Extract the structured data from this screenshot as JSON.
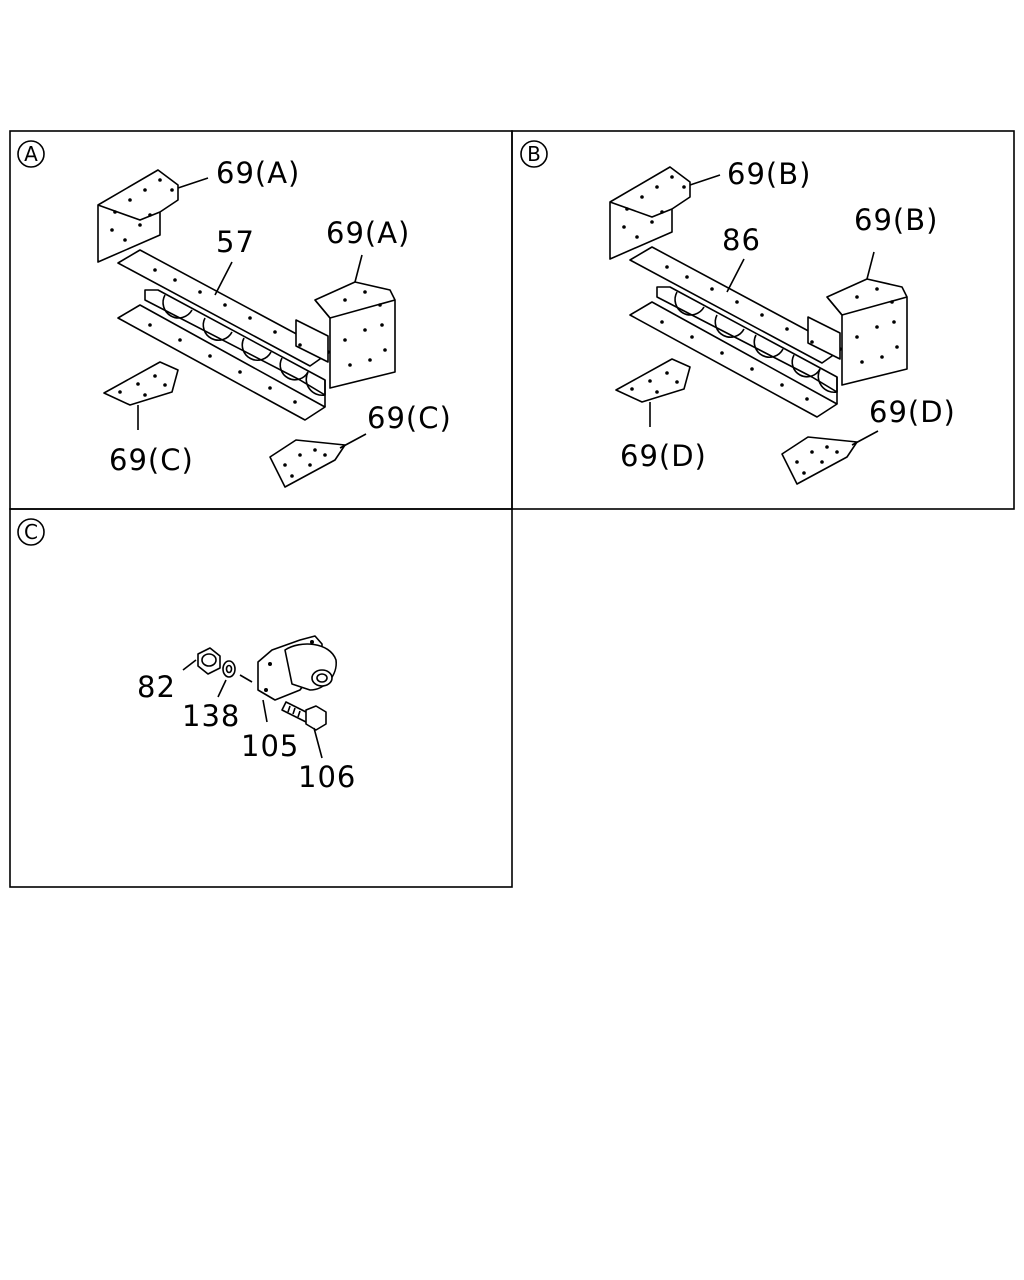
{
  "panels": {
    "A": {
      "circle_label": "A",
      "labels": {
        "top_left": "69(A)",
        "rail": "57",
        "top_right": "69(A)",
        "bottom_right": "69(C)",
        "bottom_left": "69(C)"
      }
    },
    "B": {
      "circle_label": "B",
      "labels": {
        "top_left": "69(B)",
        "rail": "86",
        "top_right": "69(B)",
        "bottom_right": "69(D)",
        "bottom_left": "69(D)"
      }
    },
    "C": {
      "circle_label": "C",
      "labels": {
        "nut": "82",
        "washer": "138",
        "bracket": "105",
        "bolt": "106"
      }
    }
  }
}
